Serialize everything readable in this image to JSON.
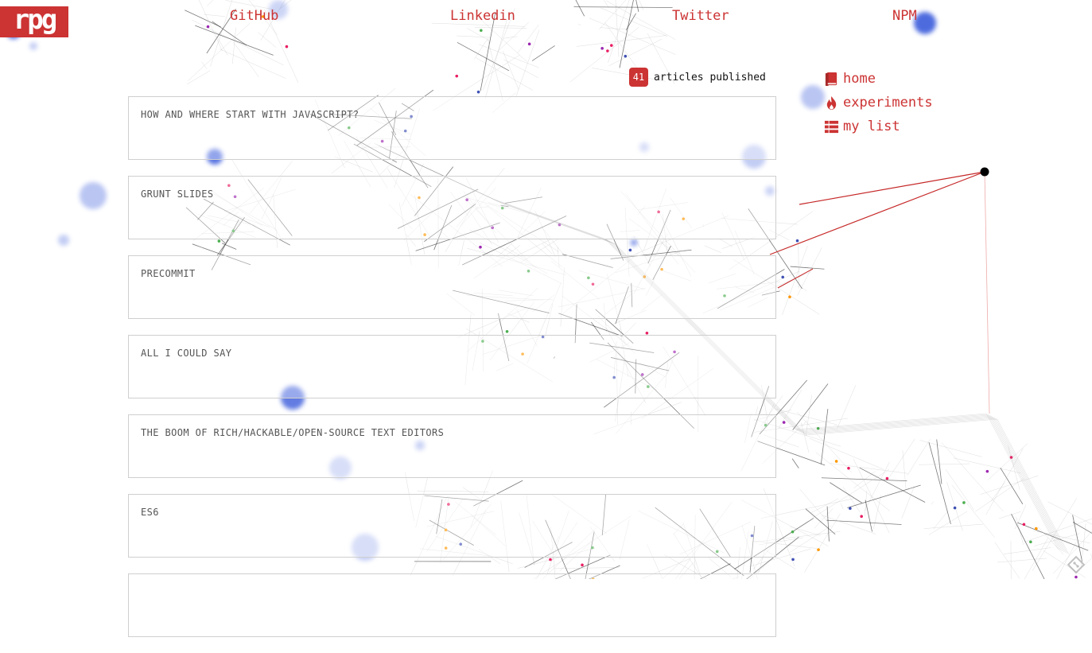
{
  "brand": {
    "logo_text": "rpg",
    "accent": "#cc3333"
  },
  "social": [
    {
      "label": "GitHub"
    },
    {
      "label": "Linkedin"
    },
    {
      "label": "Twitter"
    },
    {
      "label": "NPM"
    }
  ],
  "counter": {
    "count": "41",
    "label": "articles published"
  },
  "nav": [
    {
      "label": "home",
      "icon": "book-icon"
    },
    {
      "label": "experiments",
      "icon": "fire-icon"
    },
    {
      "label": "my list",
      "icon": "list-icon"
    }
  ],
  "articles": [
    {
      "title": "HOW AND WHERE START WITH JAVASCRIPT?"
    },
    {
      "title": "GRUNT SLIDES"
    },
    {
      "title": "PRECOMMIT"
    },
    {
      "title": "ALL I COULD SAY"
    },
    {
      "title": "THE BOOM OF RICH/HACKABLE/OPEN-SOURCE TEXT EDITORS"
    },
    {
      "title": "ES6"
    },
    {
      "title": ""
    }
  ]
}
